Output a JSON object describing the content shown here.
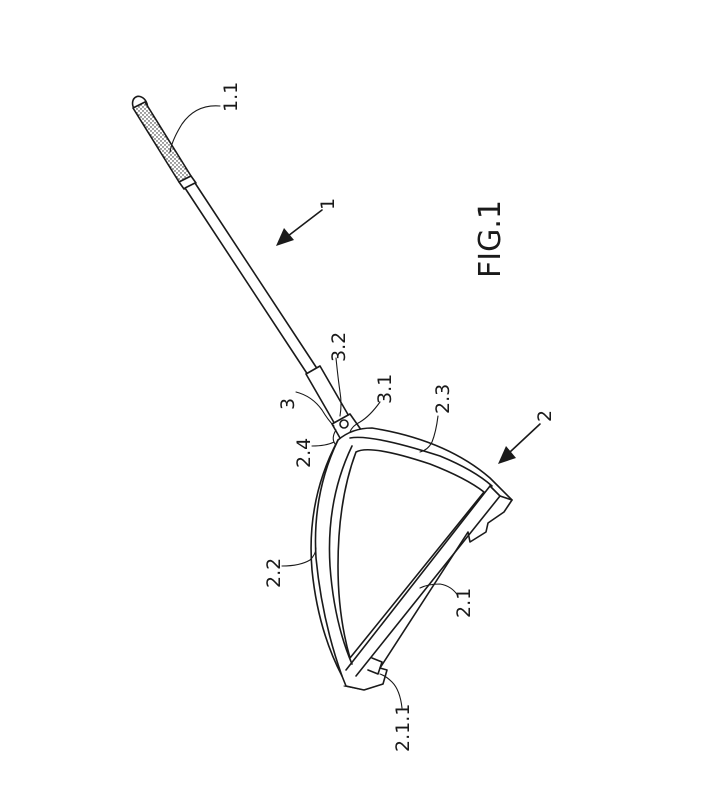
{
  "figure": {
    "title": "FIG.1"
  },
  "labels": {
    "grip": "1.1",
    "device": "1",
    "joint_upper": "3.2",
    "joint": "3",
    "joint_lower": "3.1",
    "frame_top": "2.3",
    "corner": "2.4",
    "head": "2",
    "frame_left": "2.2",
    "frame_bottom": "2.1",
    "notch": "2.1.1"
  }
}
